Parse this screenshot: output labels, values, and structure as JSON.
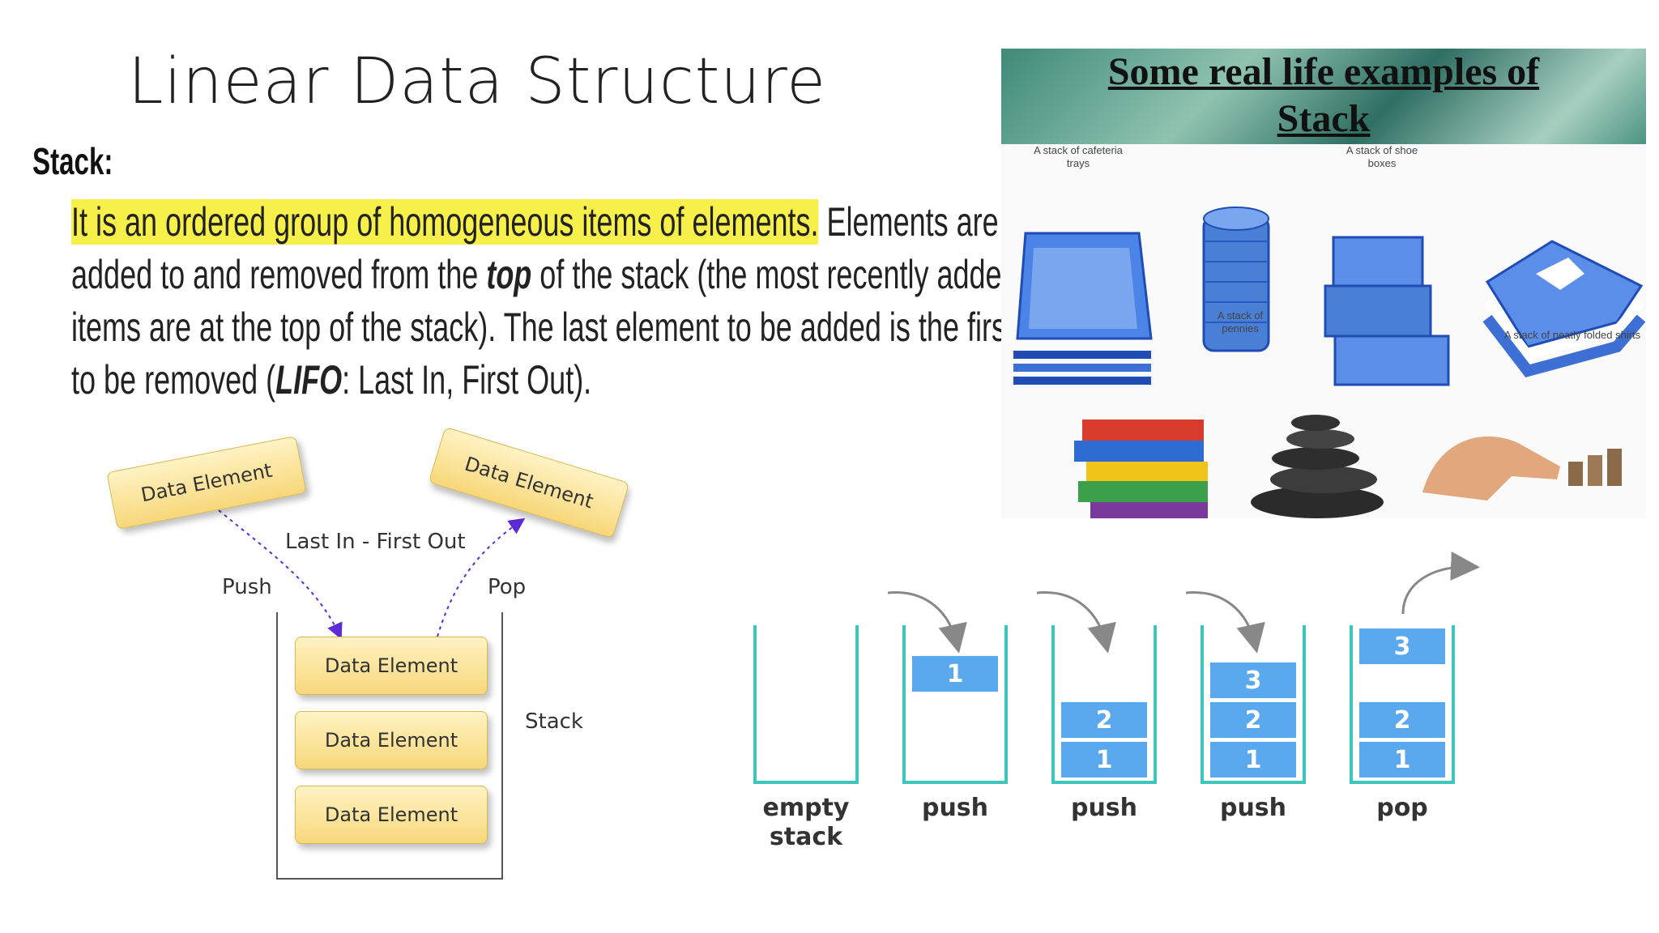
{
  "slide": {
    "title": "Linear Data Structure"
  },
  "stack_section": {
    "heading": "Stack:",
    "highlight_text": "It is an ordered group of homogeneous items of elements.",
    "text_part1": " Elements are added to and removed from the ",
    "text_bold_top": "top",
    "text_part2": " of the stack (the most recently added items are at the top of the stack). The last element to be added is the first to be removed (",
    "text_bold_lifo": "LIFO",
    "text_part3": ": Last In, First Out)."
  },
  "lifo_diagram": {
    "incoming_element": "Data Element",
    "outgoing_element": "Data Element",
    "caption": "Last In - First Out",
    "push_label": "Push",
    "pop_label": "Pop",
    "stack_label": "Stack",
    "stack_elements": [
      "Data Element",
      "Data Element",
      "Data Element"
    ],
    "colors": {
      "box_fill": "#f7d77a",
      "arrow": "#5b2bd6"
    }
  },
  "real_life_panel": {
    "title_line1": "Some real life examples of",
    "title_line2": "Stack",
    "caption_trays": "A stack of cafeteria trays",
    "caption_pennies": "A stack of pennies",
    "caption_boxes": "A stack of shoe boxes",
    "caption_shirts": "A stack of neatly folded shirts"
  },
  "push_pop_diagram": {
    "colors": {
      "container": "#3cc7bd",
      "item": "#5aa9ef",
      "arrow": "#888888"
    },
    "steps": [
      {
        "label_line1": "empty",
        "label_line2": "stack",
        "items": []
      },
      {
        "label_line1": "push",
        "label_line2": "",
        "items": [
          "1"
        ]
      },
      {
        "label_line1": "push",
        "label_line2": "",
        "items": [
          "1",
          "2"
        ]
      },
      {
        "label_line1": "push",
        "label_line2": "",
        "items": [
          "1",
          "2",
          "3"
        ]
      },
      {
        "label_line1": "pop",
        "label_line2": "",
        "items": [
          "1",
          "2"
        ],
        "popped": "3"
      }
    ]
  }
}
